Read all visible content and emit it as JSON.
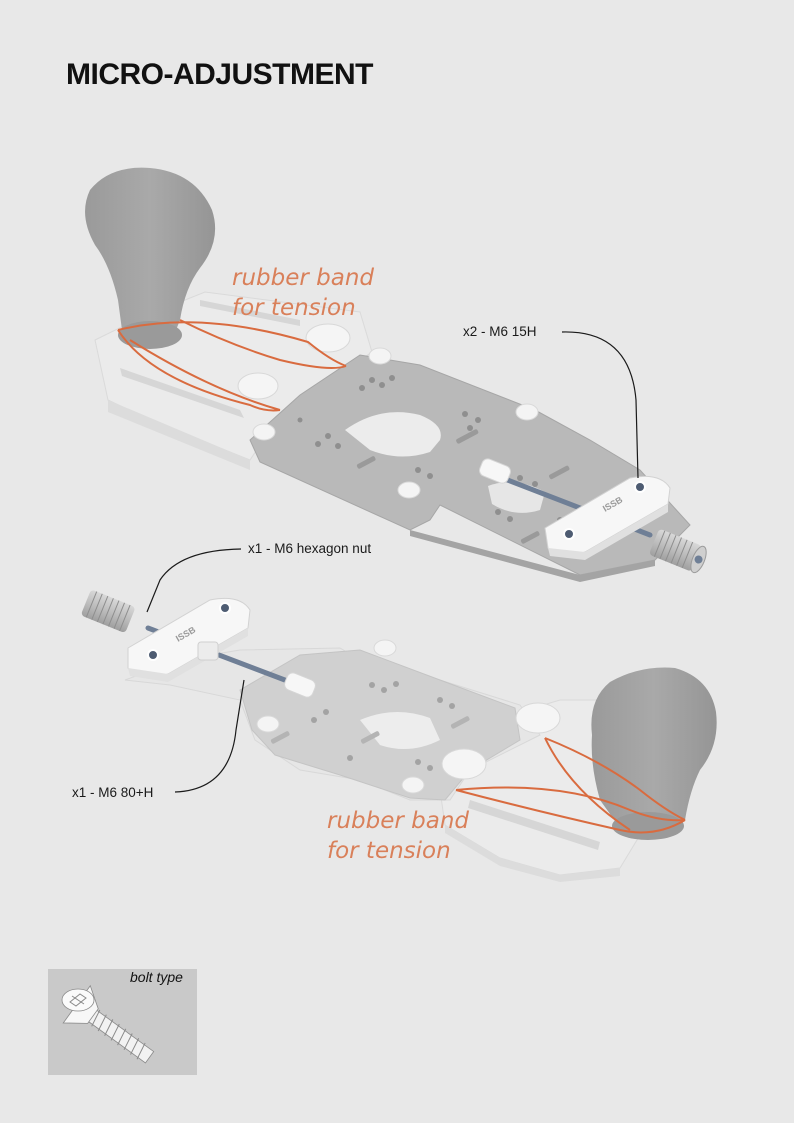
{
  "title": "MICRO-ADJUSTMENT",
  "colors": {
    "background": "#e8e8e8",
    "plate": "#b9b9b9",
    "plate_dark": "#a9a9a9",
    "base": "#ebebeb",
    "rubber_band": "#d96b3f",
    "label_text": "#d9805a",
    "bracket": "#f7f7f7",
    "rod": "#6f7f96"
  },
  "top_assembly": {
    "rubber_band_label_line1": "rubber band",
    "rubber_band_label_line2": "for tension",
    "callout_bolt": "x2 - M6 15H",
    "bracket_logo": "ISSB"
  },
  "bottom_assembly": {
    "rubber_band_label_line1": "rubber band",
    "rubber_band_label_line2": "for tension",
    "callout_nut": "x1 - M6 hexagon nut",
    "callout_rod": "x1 - M6 80+H",
    "bracket_logo": "ISSB"
  },
  "bolt_inset": {
    "label": "bolt type",
    "icon": "countersunk-bolt-icon"
  }
}
